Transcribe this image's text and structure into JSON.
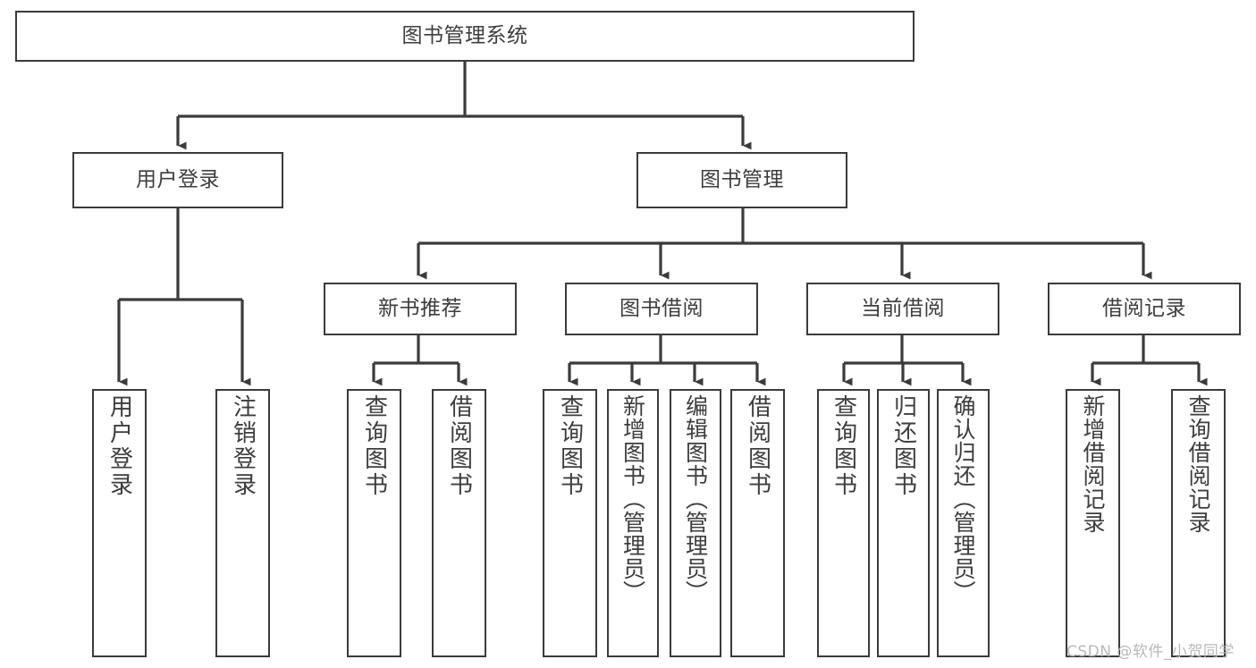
{
  "diagram": {
    "type": "tree-hierarchy",
    "title": "图书管理系统",
    "watermark": "CSDN @软件_小贺同学",
    "colors": {
      "stroke": "#3b3b3b",
      "text": "#3d3d3d",
      "background": "#ffffff",
      "watermark": "#b9b9b9"
    },
    "nodes": {
      "root": {
        "label": "图书管理系统"
      },
      "level2": [
        {
          "id": "user-login",
          "label": "用户登录"
        },
        {
          "id": "book-manage",
          "label": "图书管理"
        }
      ],
      "level3": [
        {
          "id": "new-book-rec",
          "label": "新书推荐"
        },
        {
          "id": "book-borrow",
          "label": "图书借阅"
        },
        {
          "id": "current-borrow",
          "label": "当前借阅"
        },
        {
          "id": "borrow-record",
          "label": "借阅记录"
        }
      ],
      "leaves": {
        "user_login": [
          {
            "id": "leaf-user-login",
            "label": "用户登录"
          },
          {
            "id": "leaf-logout",
            "label": "注销登录"
          }
        ],
        "new_book_rec": [
          {
            "id": "leaf-query-book-1",
            "label": "查询图书"
          },
          {
            "id": "leaf-borrow-book-1",
            "label": "借阅图书"
          }
        ],
        "book_borrow": [
          {
            "id": "leaf-query-book-2",
            "label": "查询图书"
          },
          {
            "id": "leaf-add-book",
            "label": "新增图书（管理员）"
          },
          {
            "id": "leaf-edit-book",
            "label": "编辑图书（管理员）"
          },
          {
            "id": "leaf-borrow-book-2",
            "label": "借阅图书"
          }
        ],
        "current_borrow": [
          {
            "id": "leaf-query-book-3",
            "label": "查询图书"
          },
          {
            "id": "leaf-return-book",
            "label": "归还图书"
          },
          {
            "id": "leaf-confirm-return",
            "label": "确认归还（管理员）"
          }
        ],
        "borrow_record": [
          {
            "id": "leaf-add-record",
            "label": "新增借阅记录"
          },
          {
            "id": "leaf-query-record",
            "label": "查询借阅记录"
          }
        ]
      }
    }
  }
}
